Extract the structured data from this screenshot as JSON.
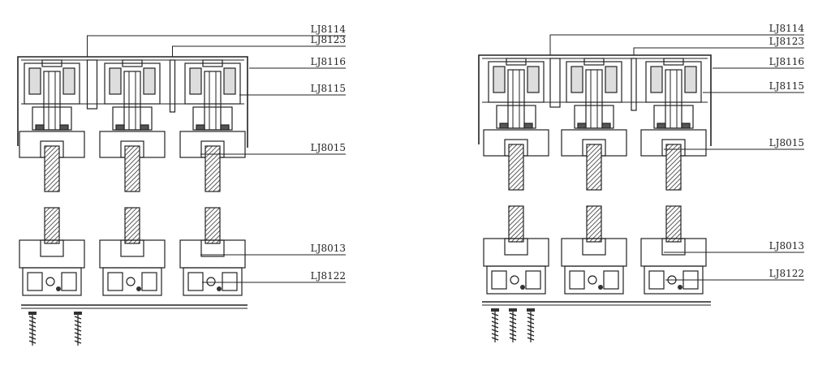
{
  "drawings": [
    {
      "name": "left-section",
      "labels": [
        "LJ8114",
        "LJ8123",
        "LJ8116",
        "LJ8115",
        "LJ8015",
        "LJ8013",
        "LJ8122"
      ]
    },
    {
      "name": "right-section",
      "labels": [
        "LJ8114",
        "LJ8123",
        "LJ8116",
        "LJ8115",
        "LJ8015",
        "LJ8013",
        "LJ8122"
      ]
    }
  ]
}
